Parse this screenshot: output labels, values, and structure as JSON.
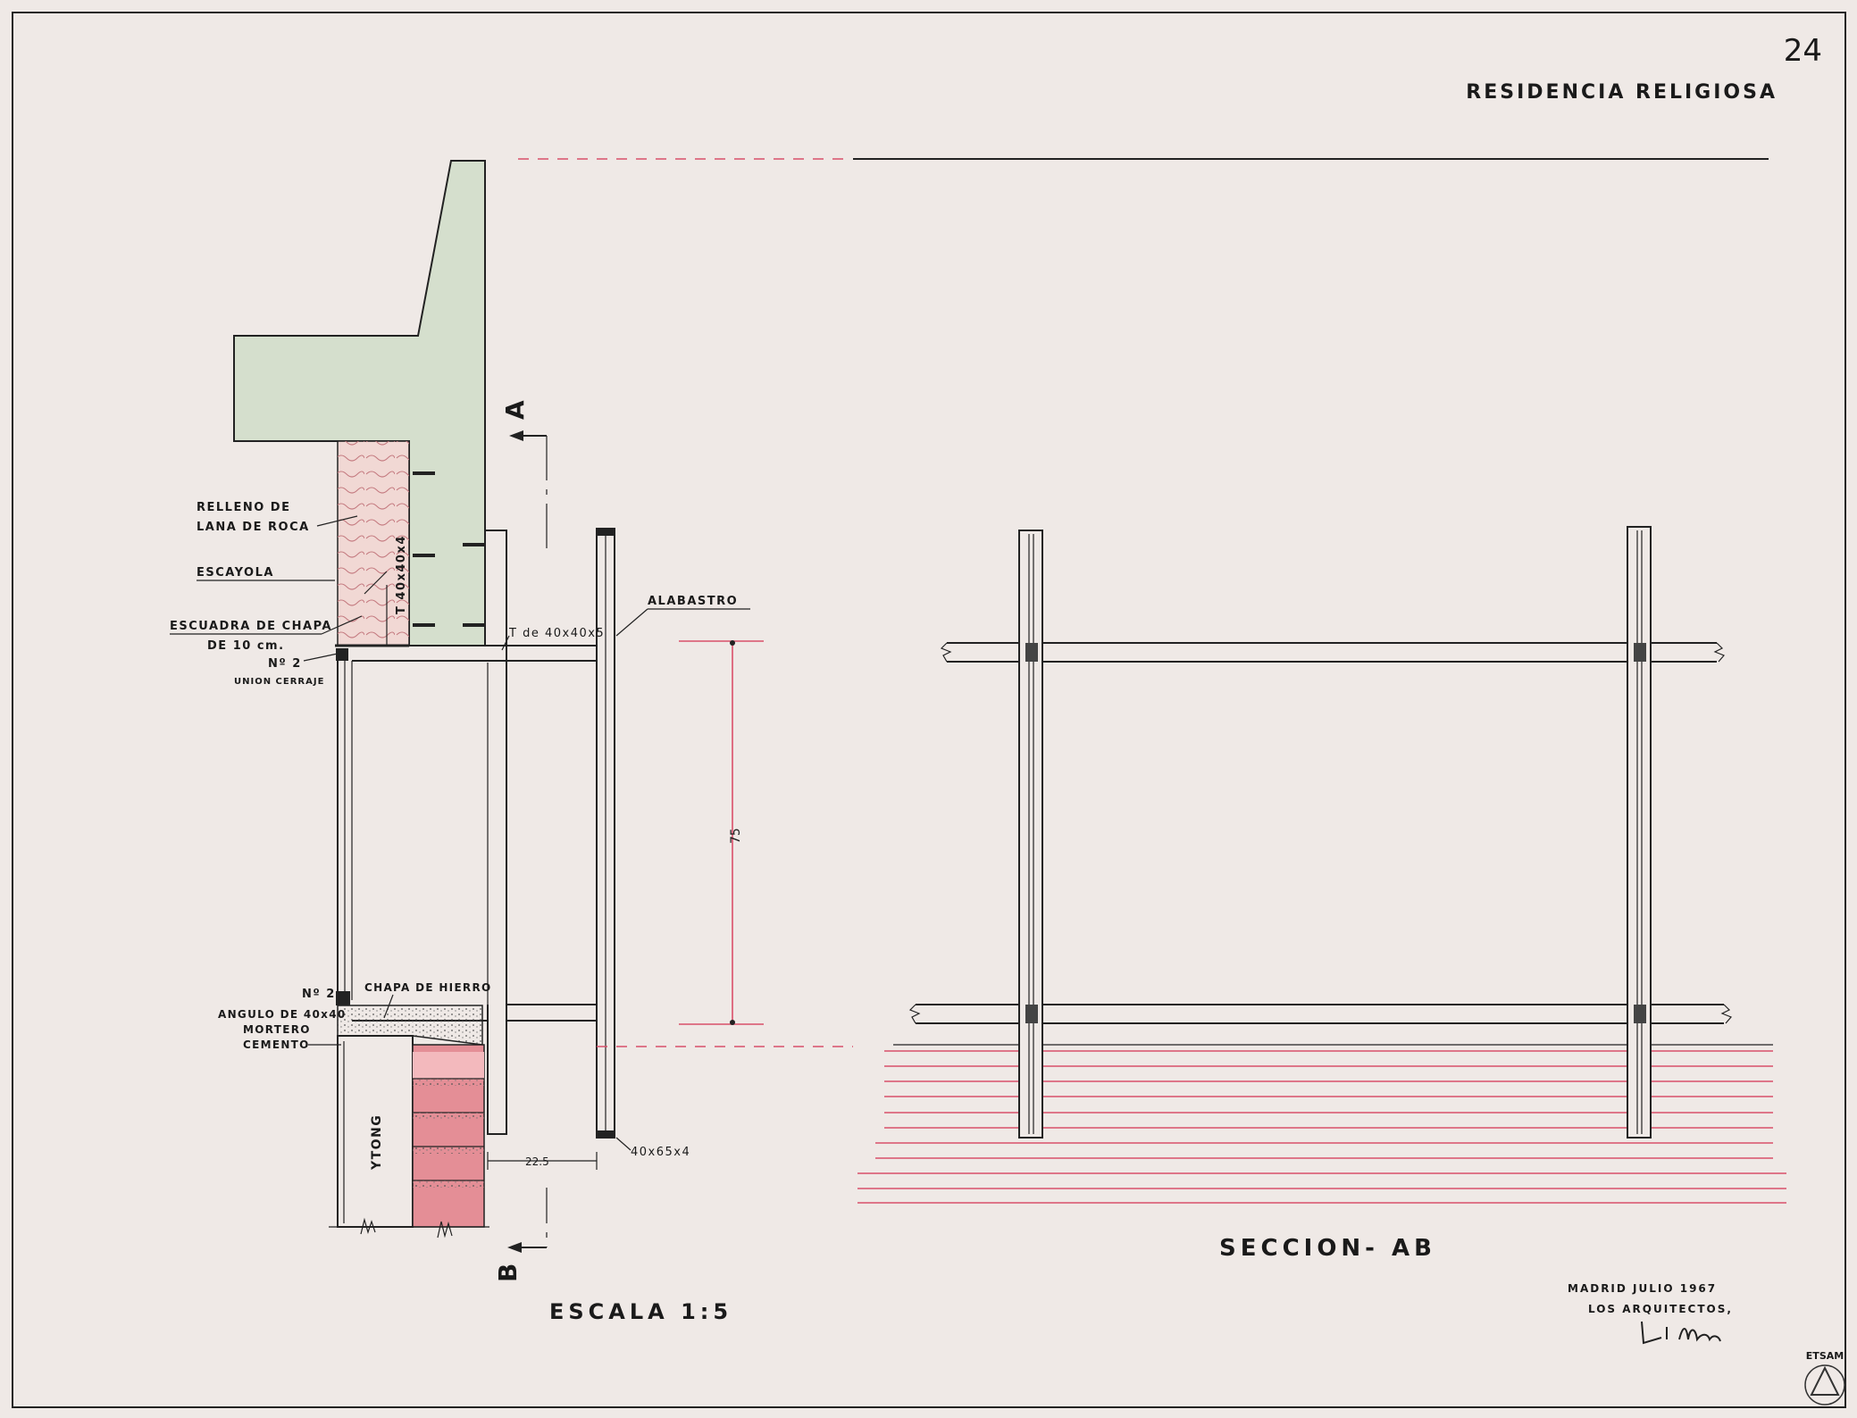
{
  "sheet": {
    "number": "24",
    "project_title": "RESIDENCIA RELIGIOSA",
    "scale": "ESCALA 1:5",
    "section_title": "SECCION- AB",
    "date_place": "MADRID JULIO 1967",
    "authors": "LOS ARQUITECTOS,",
    "stamp": "ETSAM"
  },
  "section_markers": {
    "a": "A",
    "b": "B"
  },
  "labels": {
    "relleno_1": "RELLENO DE",
    "relleno_2": "LANA DE ROCA",
    "escayola": "ESCAYOLA",
    "escuadra_1": "ESCUADRA DE CHAPA",
    "escuadra_2": "DE 10 cm.",
    "no2_top": "Nº 2",
    "union": "UNION CERRAJE",
    "t_vertical": "T 40x40x4",
    "t_horizontal": "T de 40x40x5",
    "alabastro": "ALABASTRO",
    "no2_bottom": "Nº 2",
    "chapa": "CHAPA DE HIERRO",
    "angulo": "ANGULO DE 40x40",
    "mortero_1": "MORTERO",
    "mortero_2": "CEMENTO",
    "ytong": "YTONG",
    "profile": "40x65x4"
  },
  "dimensions": {
    "height": "75",
    "offset": "22.5"
  },
  "colors": {
    "paper": "#efe9e6",
    "concrete": "#d5dfcd",
    "insulation": "#f1d8d4",
    "brick": "#e48e96",
    "red_line": "#d9506a"
  }
}
